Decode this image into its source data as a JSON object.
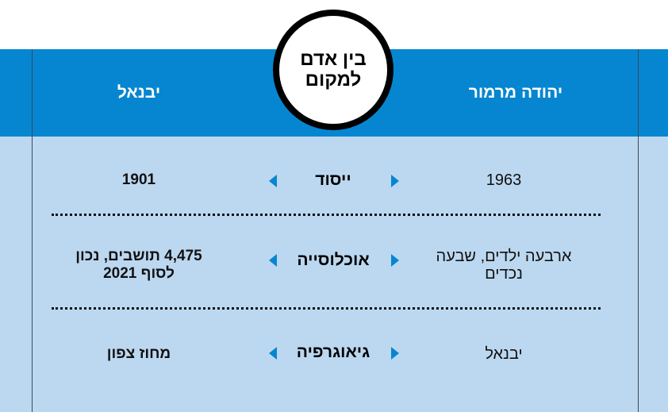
{
  "circle_title": "בין אדם למקום",
  "columns": {
    "right": "יהודה מרמור",
    "left": "יבנאל"
  },
  "rows": [
    {
      "label": "ייסוד",
      "right": "1963",
      "left": "1901"
    },
    {
      "label": "אוכלוסייה",
      "right": "ארבעה ילדים, שבעה נכדים",
      "left": "4,475 תושבים, נכון לסוף 2021"
    },
    {
      "label": "גיאוגרפיה",
      "right": "יבנאל",
      "left": "מחוז צפון"
    }
  ],
  "colors": {
    "header": "#0686d0",
    "body": "#bcd8f0"
  }
}
